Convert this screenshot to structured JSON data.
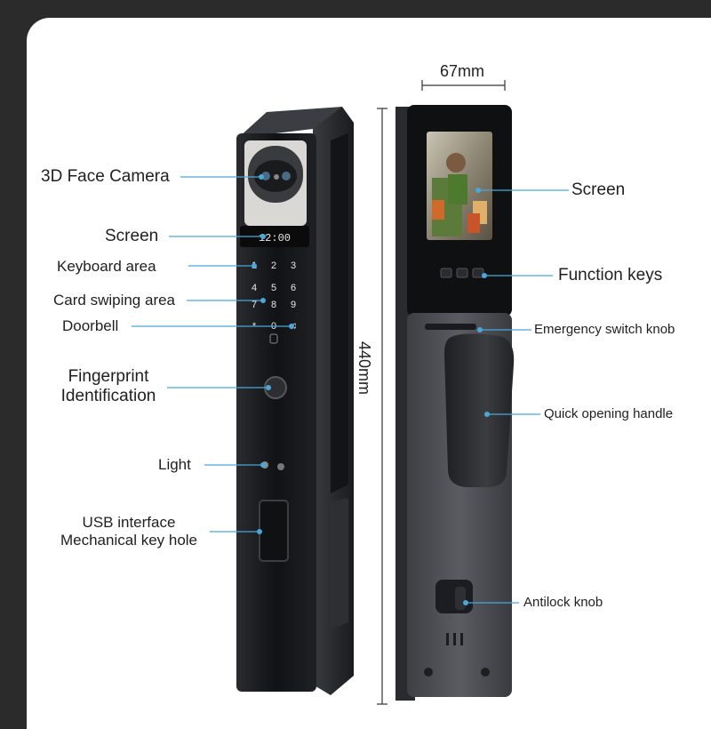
{
  "labels": {
    "face_camera": "3D Face Camera",
    "screen_front": "Screen",
    "keyboard_area": "Keyboard  area",
    "card_area": "Card swiping area",
    "doorbell": "Doorbell",
    "fingerprint_line1": "Fingerprint",
    "fingerprint_line2": "Identification",
    "light": "Light",
    "usb_line1": "USB interface",
    "usb_line2": "Mechanical key hole",
    "screen_back": "Screen",
    "function_keys": "Function keys",
    "emergency_knob": "Emergency switch knob",
    "quick_handle": "Quick opening handle",
    "antilock_knob": "Antilock knob"
  },
  "dimensions": {
    "width": "67mm",
    "height": "440mm"
  },
  "front_screen_time": "12:00",
  "keypad": [
    "1",
    "2",
    "3",
    "4",
    "5",
    "6",
    "7",
    "8",
    "9",
    "*",
    "0",
    "♫"
  ],
  "colors": {
    "leader_line": "#4aa8d8",
    "body_dark": "#1b1c20",
    "body_back": "#4a4c52"
  }
}
